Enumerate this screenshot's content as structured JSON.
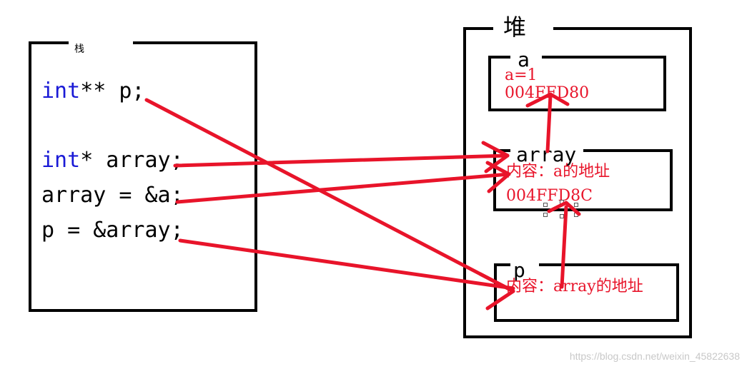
{
  "stack": {
    "title": "栈",
    "lines": [
      {
        "keyword": "int",
        "rest": "** p;"
      },
      {
        "keyword": "int",
        "rest": "* array;"
      },
      {
        "keyword": "",
        "rest": "array = &a;"
      },
      {
        "keyword": "",
        "rest": "p = &array;"
      }
    ]
  },
  "heap": {
    "title": "堆",
    "boxes": [
      {
        "name": "a",
        "content_lines": [
          "a=1",
          "004FFD80"
        ]
      },
      {
        "name": "array",
        "content_lines": [
          "内容：a的地址",
          "004FFD8C"
        ]
      },
      {
        "name": "p",
        "content_lines": [
          "内容：array的地址"
        ]
      }
    ]
  },
  "colors": {
    "arrow": "#e8142a",
    "keyword": "#1a1ad6",
    "border": "#000000"
  },
  "watermark": "https://blog.csdn.net/weixin_45822638"
}
